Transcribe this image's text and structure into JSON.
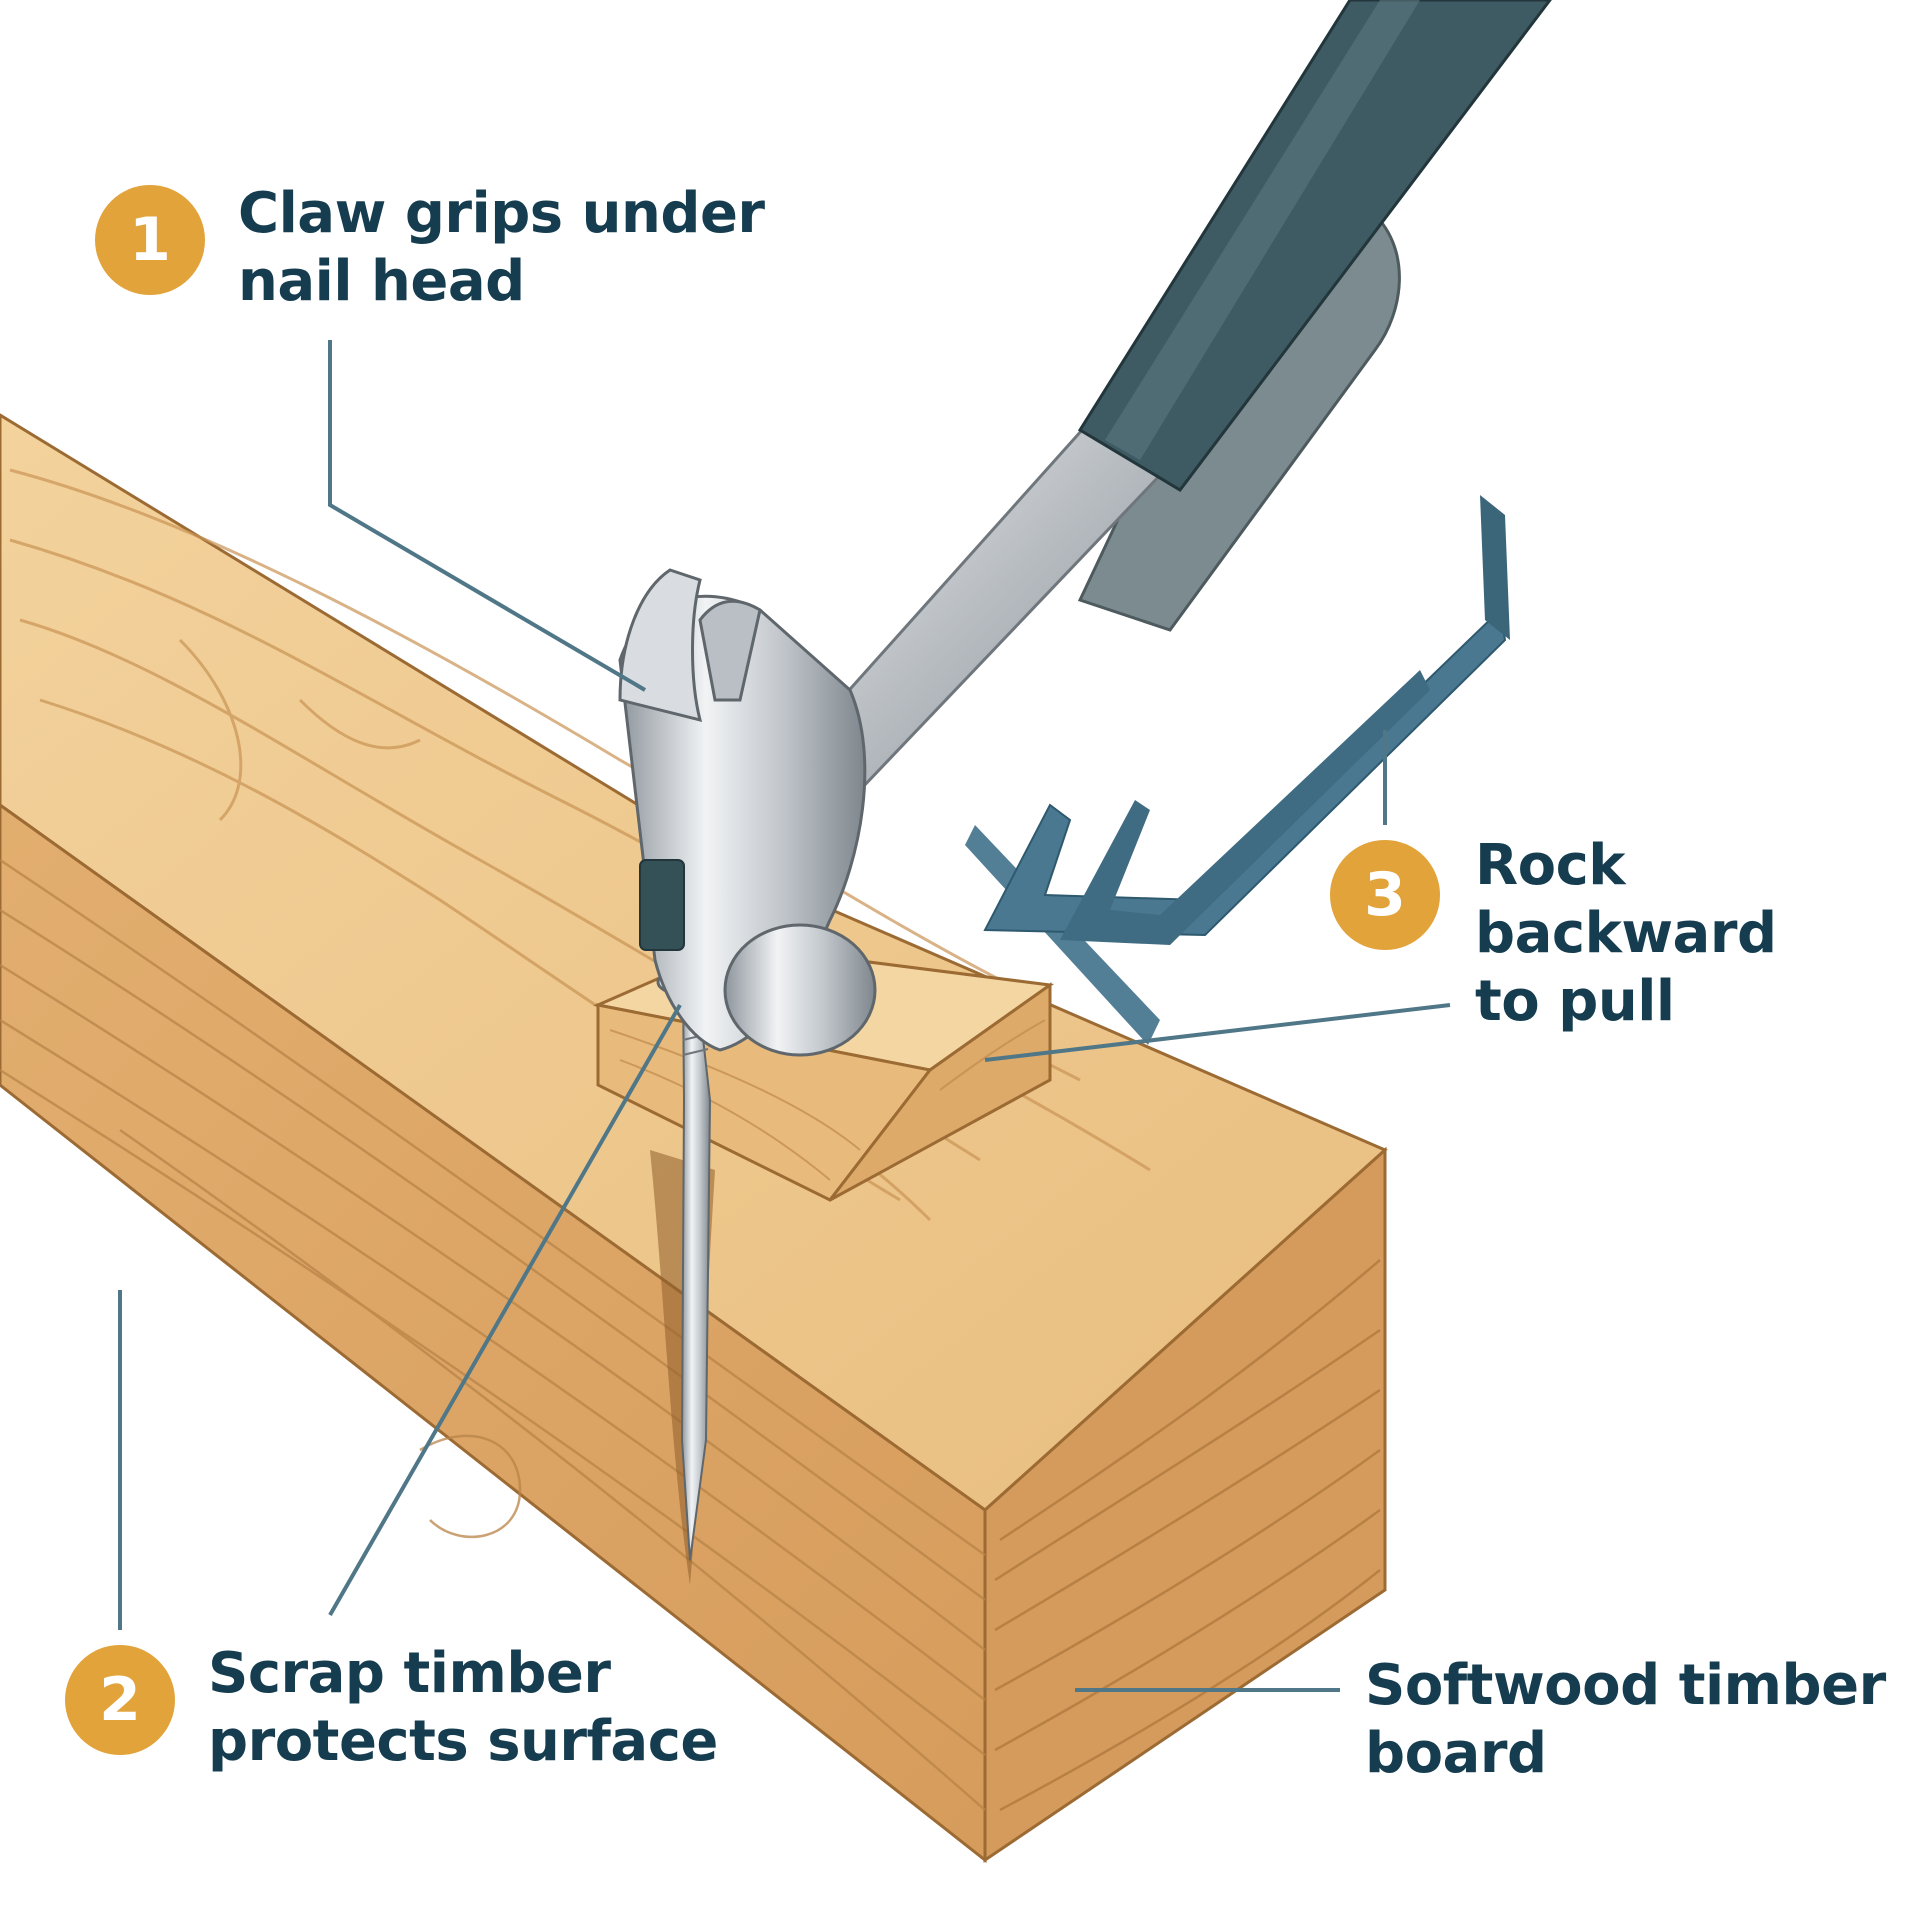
{
  "colors": {
    "badge": "#E2A33A",
    "label_text": "#153D4F",
    "leader": "#4F7787",
    "arrow": "#4A7890",
    "wood_top": "#F1CC92",
    "wood_front": "#DDA766",
    "wood_end": "#D69E5F",
    "wood_outline": "#9C6A33",
    "grain": "#B98448",
    "handle_dark": "#3E5A62",
    "handle_light": "#7B8B8F",
    "steel": "#C9CED3"
  },
  "icons": {
    "hammer": "claw-hammer-icon",
    "nail": "nail-icon",
    "arrow": "rock-back-arrow-icon"
  },
  "callouts": {
    "claw": {
      "number": "1",
      "lines": [
        "Claw grips under",
        "nail head"
      ]
    },
    "scrap": {
      "number": "2",
      "lines": [
        "Scrap timber",
        "protects surface"
      ]
    },
    "rock": {
      "number": "3",
      "lines": [
        "Rock",
        "backward",
        "to pull"
      ]
    },
    "board": {
      "lines": [
        "Softwood timber",
        "board"
      ]
    }
  }
}
